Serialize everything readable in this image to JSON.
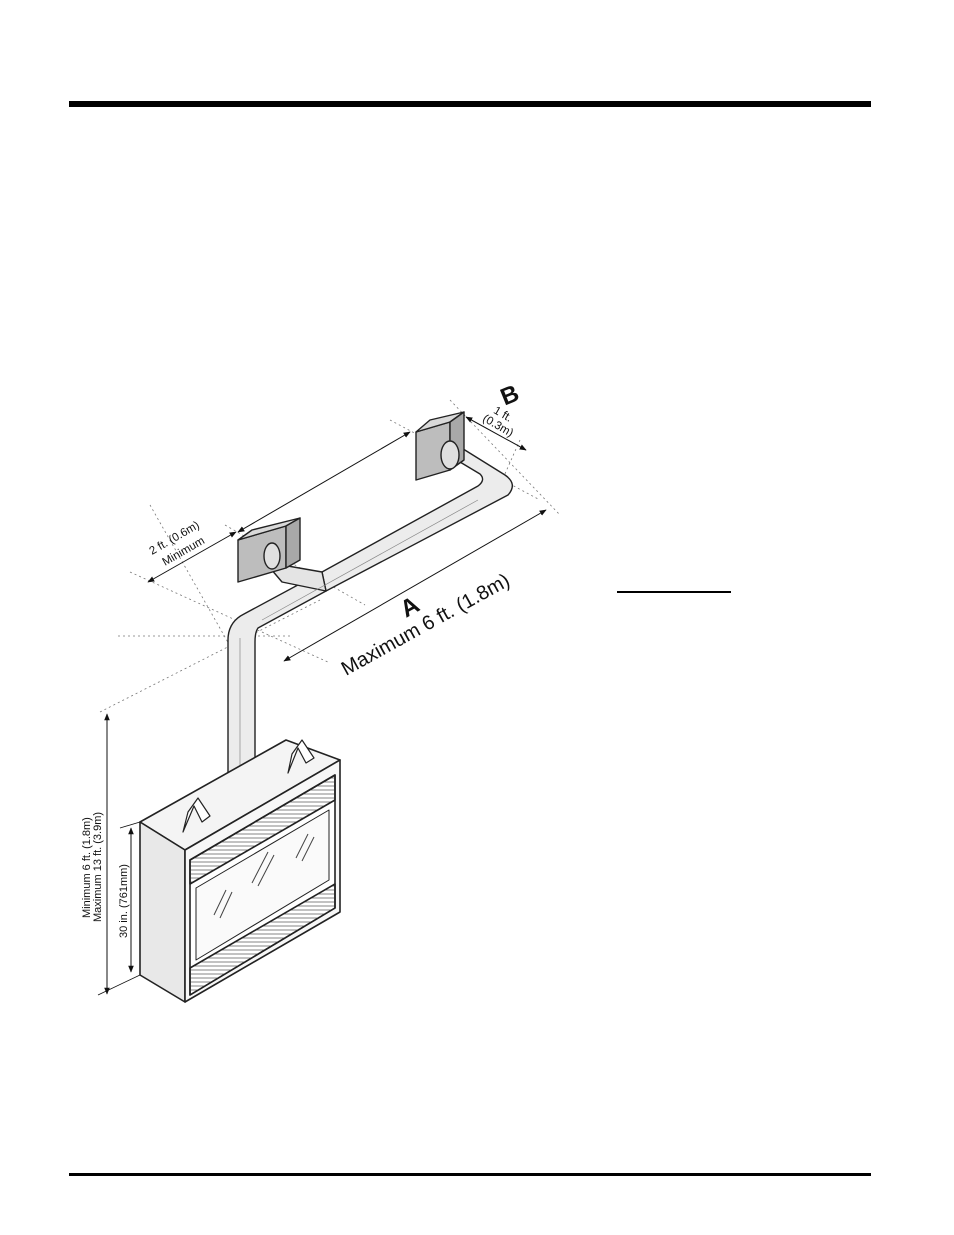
{
  "labels": {
    "B": "B",
    "B_len1": "1 ft.",
    "B_len2": "(0.3m)",
    "min_sep1": "2 ft. (0.6m)",
    "min_sep2": "Minimum",
    "A": "A",
    "A_len": "Maximum 6 ft. (1.8m)",
    "height1": "Minimum 6 ft. (1.8m)",
    "height2": "Maximum 13 ft. (3.9m)",
    "unit_height": "30 in. (761mm)"
  }
}
